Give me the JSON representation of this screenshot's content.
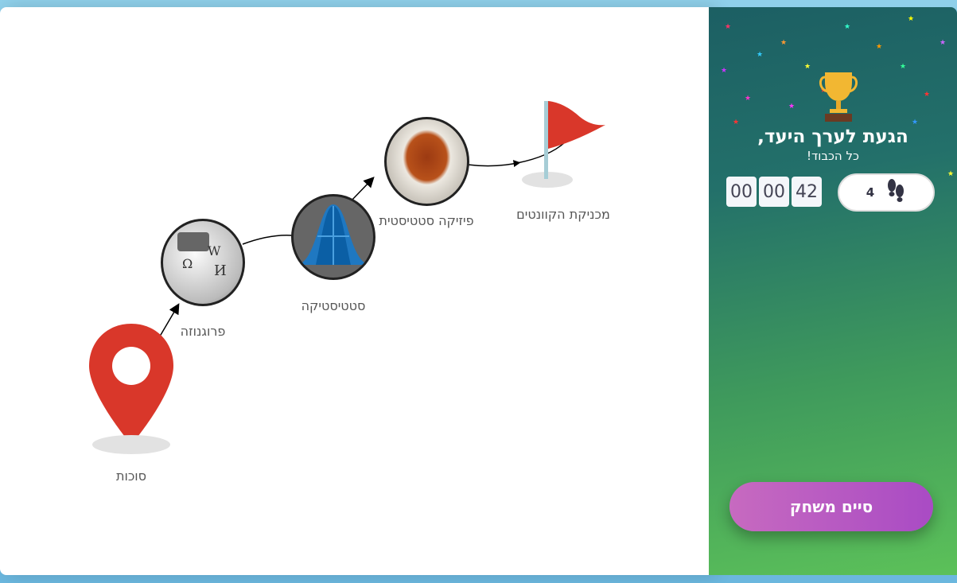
{
  "path": {
    "nodes": [
      {
        "label": "סוכות",
        "type": "start-pin"
      },
      {
        "label": "פרוגנוזה",
        "type": "wikipedia-globe"
      },
      {
        "label": "סטטיסטיקה",
        "type": "bell-curve"
      },
      {
        "label": "פיזיקה סטטיסטית",
        "type": "tea-cup"
      },
      {
        "label": "מכניקת הקוונטים",
        "type": "goal-flag"
      }
    ]
  },
  "panel": {
    "title": "הגעת לערך היעד,",
    "subtitle": "כל הכבוד!",
    "timer": {
      "hours": "00",
      "minutes": "00",
      "seconds": "42"
    },
    "steps": "4",
    "end_button": "סיים משחק",
    "colors": {
      "panel_top": "#1c5f63",
      "panel_bottom": "#5cc159",
      "button": "#b85ac2"
    }
  }
}
